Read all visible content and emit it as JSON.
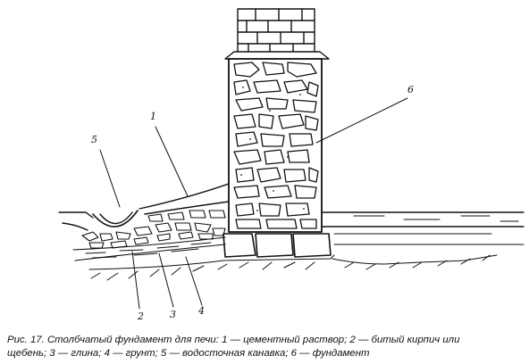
{
  "callouts": {
    "c1": "1",
    "c2": "2",
    "c3": "3",
    "c4": "4",
    "c5": "5",
    "c6": "6"
  },
  "caption": {
    "line1": "Рис. 17. Столбчатый фундамент для печи: 1 — цементный раствор; 2 — битый кирпич или",
    "line2": "щебень; 3 — глина; 4 — грунт; 5 — водосточная канавка; 6 — фундамент"
  }
}
